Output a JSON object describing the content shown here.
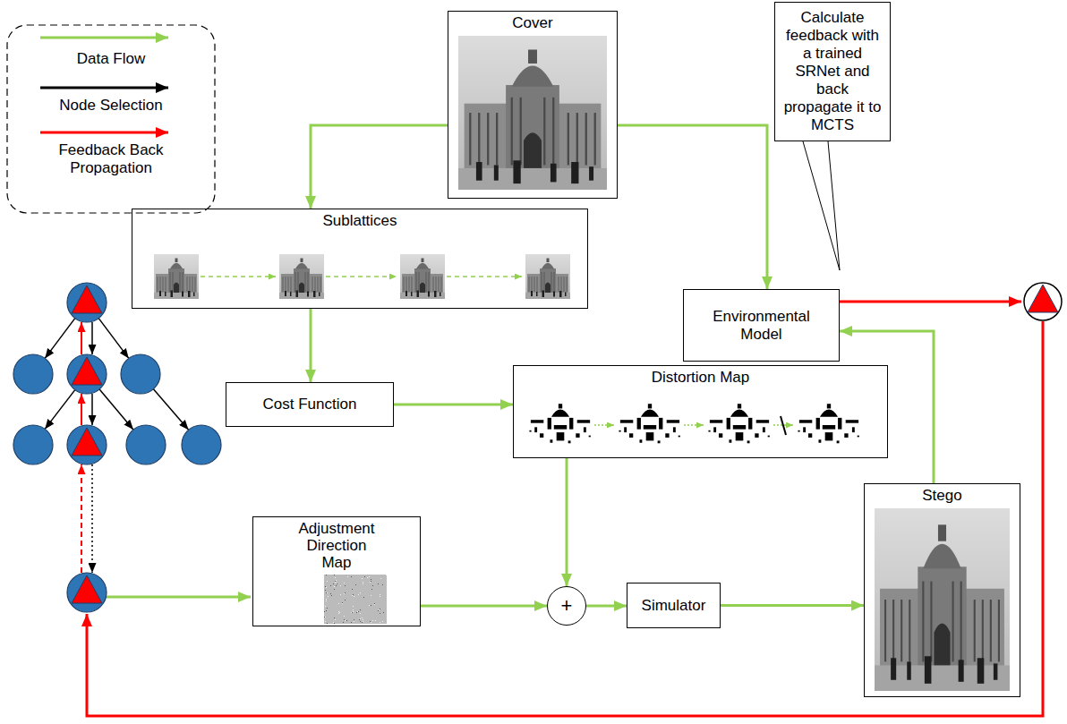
{
  "diagram": {
    "nodes": [
      {
        "text": [
          "Cover"
        ]
      },
      {
        "text": [
          "Calculate feedback with a trained SRNet and back propagate it to MCTS"
        ]
      },
      {
        "text": [
          "Sublattices"
        ]
      },
      {
        "text": [
          "Environmental Model"
        ]
      },
      {
        "text": [
          "Cost Function"
        ]
      },
      {
        "text": [
          "Distortion Map"
        ]
      },
      {
        "text": [
          "Adjustment Direction Map"
        ]
      },
      {
        "text": [
          "+"
        ]
      },
      {
        "text": [
          "Simulator"
        ]
      },
      {
        "text": [
          "Stego"
        ]
      }
    ],
    "edges": [
      {
        "from": 0,
        "to": 2,
        "arrow": "to"
      },
      {
        "from": 0,
        "to": 3,
        "arrow": "to"
      },
      {
        "from": 2,
        "to": 4,
        "arrow": "to"
      },
      {
        "from": 4,
        "to": 5,
        "arrow": "to"
      },
      {
        "from": 5,
        "to": 7,
        "arrow": "to"
      },
      {
        "from": 6,
        "to": 7,
        "arrow": "to"
      },
      {
        "from": 7,
        "to": 8,
        "arrow": "to"
      },
      {
        "from": 8,
        "to": 9,
        "arrow": "to"
      },
      {
        "from": 9,
        "to": 3,
        "arrow": "to"
      }
    ],
    "legend": [
      {
        "text": "Data Flow"
      },
      {
        "text": "Node Selection"
      },
      {
        "text": "Feedback Back Propagation"
      }
    ]
  }
}
